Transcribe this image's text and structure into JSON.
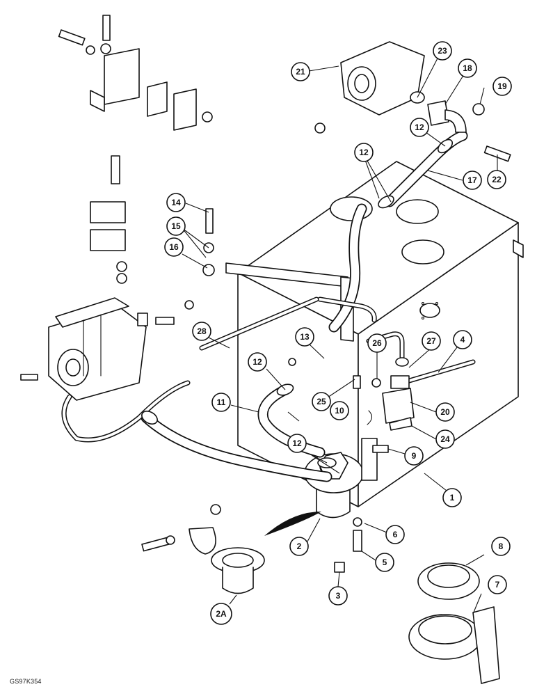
{
  "callouts": [
    {
      "id": "c1",
      "label": "1"
    },
    {
      "id": "c2",
      "label": "2"
    },
    {
      "id": "c2a",
      "label": "2A"
    },
    {
      "id": "c3",
      "label": "3"
    },
    {
      "id": "c4",
      "label": "4"
    },
    {
      "id": "c5",
      "label": "5"
    },
    {
      "id": "c6",
      "label": "6"
    },
    {
      "id": "c7",
      "label": "7"
    },
    {
      "id": "c8",
      "label": "8"
    },
    {
      "id": "c9",
      "label": "9"
    },
    {
      "id": "c10",
      "label": "10"
    },
    {
      "id": "c11",
      "label": "11"
    },
    {
      "id": "c12a",
      "label": "12"
    },
    {
      "id": "c12b",
      "label": "12"
    },
    {
      "id": "c12c",
      "label": "12"
    },
    {
      "id": "c12d",
      "label": "12"
    },
    {
      "id": "c13",
      "label": "13"
    },
    {
      "id": "c14",
      "label": "14"
    },
    {
      "id": "c15",
      "label": "15"
    },
    {
      "id": "c16",
      "label": "16"
    },
    {
      "id": "c17",
      "label": "17"
    },
    {
      "id": "c18",
      "label": "18"
    },
    {
      "id": "c19",
      "label": "19"
    },
    {
      "id": "c20",
      "label": "20"
    },
    {
      "id": "c21",
      "label": "21"
    },
    {
      "id": "c22",
      "label": "22"
    },
    {
      "id": "c23",
      "label": "23"
    },
    {
      "id": "c24",
      "label": "24"
    },
    {
      "id": "c25",
      "label": "25"
    },
    {
      "id": "c26",
      "label": "26"
    },
    {
      "id": "c27",
      "label": "27"
    },
    {
      "id": "c28",
      "label": "28"
    }
  ],
  "footer": {
    "code": "GS97K354"
  }
}
